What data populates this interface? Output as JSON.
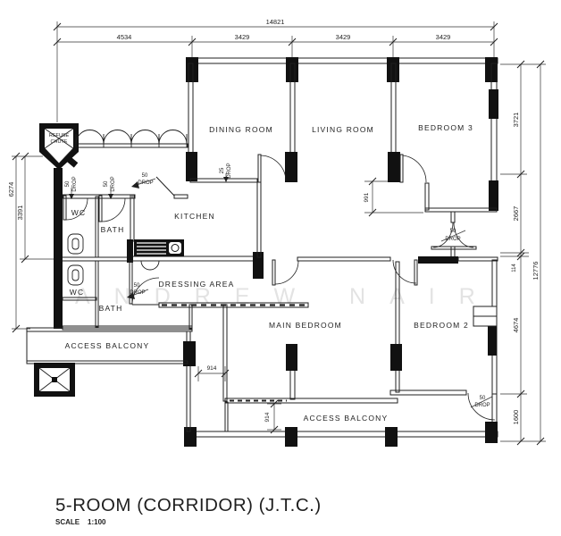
{
  "colors": {
    "ink": "#1f1f1f",
    "watermark": "#e3e3e3",
    "paper": "#ffffff"
  },
  "rooms": {
    "dining_room": "DINING ROOM",
    "living_room": "LIVING ROOM",
    "bedroom_3": "BEDROOM 3",
    "kitchen": "KITCHEN",
    "wc_upper": "WC",
    "bath_upper": "BATH",
    "wc_lower": "WC",
    "bath_lower": "BATH",
    "dressing_area": "DRESSING AREA",
    "main_bedroom": "MAIN BEDROOM",
    "bedroom_2": "BEDROOM 2",
    "access_balcony_left": "ACCESS BALCONY",
    "access_balcony_bottom": "ACCESS BALCONY"
  },
  "dimensions": {
    "overall_width": "14821",
    "width_segments": [
      "4534",
      "3429",
      "3429",
      "3429"
    ],
    "left_outer": "6274",
    "left_inner": "3391",
    "overall_height": "12776",
    "height_segments": [
      "3721",
      "2667",
      "114",
      "4674",
      "1600"
    ],
    "bedroom3_entry": "991",
    "balcony_left_width": "914",
    "balcony_bottom_width": "914"
  },
  "drop_labels": {
    "fifty": "50",
    "twenty_five": "25",
    "drop_word": "DROP"
  },
  "annotations": {
    "refuse_chute_line1": "REFUSE",
    "refuse_chute_line2": "CHUTE"
  },
  "watermark": "ANDREW NAIR",
  "title": {
    "text": "5-ROOM (CORRIDOR) (J.T.C.)",
    "scale_label": "SCALE",
    "scale_value": "1:100"
  }
}
